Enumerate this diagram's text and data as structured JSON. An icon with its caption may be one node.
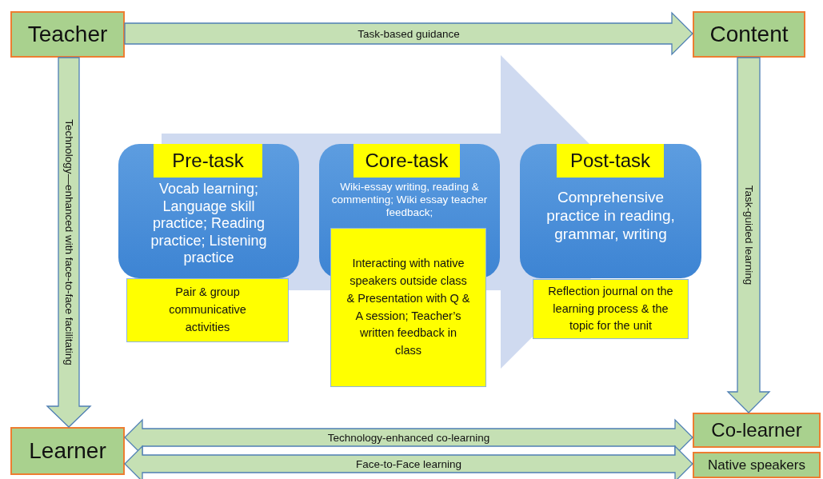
{
  "diagram": {
    "nodes": [
      {
        "text": [
          "Teacher"
        ]
      },
      {
        "text": [
          "Content"
        ]
      },
      {
        "text": [
          "Learner"
        ]
      },
      {
        "text": [
          "Co-learner"
        ]
      },
      {
        "text": [
          "Native speakers"
        ]
      },
      {
        "text": [
          "Pre-task",
          "Vocab learning; Language skill practice; Reading practice; Listening practice"
        ]
      },
      {
        "text": [
          "Pair & group communicative activities"
        ]
      },
      {
        "text": [
          "Core-task",
          "Wiki-essay writing, reading & commenting; Wiki essay teacher feedback;"
        ]
      },
      {
        "text": [
          "Interacting with native speakers outside class & Presentation with Q & A session; Teacher’s written feedback in class"
        ]
      },
      {
        "text": [
          "Post-task",
          "Comprehensive practice in reading, grammar, writing"
        ]
      },
      {
        "text": [
          "Reflection journal on the learning process & the topic for the unit"
        ]
      }
    ],
    "edges": [
      {
        "from": 0,
        "to": 1,
        "arrow": "to",
        "label": "Task-based guidance"
      },
      {
        "from": 0,
        "to": 2,
        "arrow": "to",
        "label": "Technology—enhanced with face-to-face facilitating"
      },
      {
        "from": 1,
        "to": 3,
        "arrow": "to",
        "label": "Task-guided learning"
      },
      {
        "from": 2,
        "to": 3,
        "arrow": "both",
        "label": "Technology-enhanced co-learning"
      },
      {
        "from": 2,
        "to": 4,
        "arrow": "both",
        "label": "Face-to-Face learning"
      },
      {
        "from": 5,
        "to": 9,
        "arrow": "to"
      }
    ]
  }
}
